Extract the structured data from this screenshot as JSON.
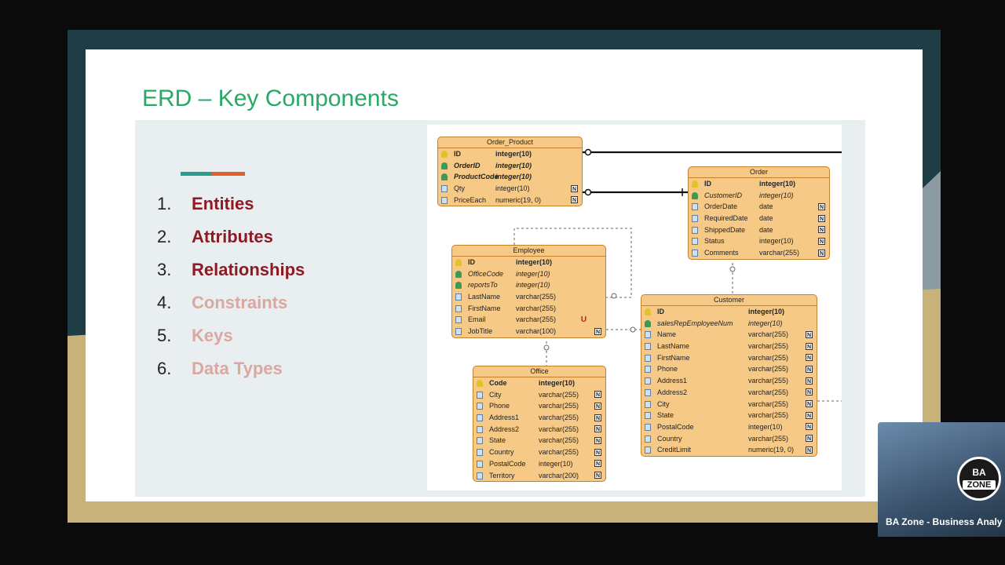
{
  "slide": {
    "title": "ERD – Key Components",
    "list": [
      {
        "num": "1.",
        "label": "Entities"
      },
      {
        "num": "2.",
        "label": "Attributes"
      },
      {
        "num": "3.",
        "label": "Relationships"
      },
      {
        "num": "4.",
        "label": "Constraints"
      },
      {
        "num": "5.",
        "label": "Keys"
      },
      {
        "num": "6.",
        "label": "Data Types"
      }
    ],
    "colors": {
      "title": "#2aa865",
      "active_item": "#8e1a24",
      "inactive_item": "#dba7a1",
      "accent_green": "#2a9d8f",
      "accent_orange": "#e2602c"
    }
  },
  "erd": {
    "entities": [
      {
        "name": "Order_Product",
        "columns": [
          {
            "name": "ID",
            "type": "integer(10)",
            "kind": "pk",
            "null": ""
          },
          {
            "name": "OrderID",
            "type": "integer(10)",
            "kind": "pkfk",
            "null": ""
          },
          {
            "name": "ProductCode",
            "type": "integer(10)",
            "kind": "pkfk",
            "null": ""
          },
          {
            "name": "Qty",
            "type": "integer(10)",
            "kind": "col",
            "null": "N"
          },
          {
            "name": "PriceEach",
            "type": "numeric(19, 0)",
            "kind": "col",
            "null": "N"
          }
        ]
      },
      {
        "name": "Order",
        "columns": [
          {
            "name": "ID",
            "type": "integer(10)",
            "kind": "pk",
            "null": ""
          },
          {
            "name": "CustomerID",
            "type": "integer(10)",
            "kind": "fk",
            "null": ""
          },
          {
            "name": "OrderDate",
            "type": "date",
            "kind": "col",
            "null": "N"
          },
          {
            "name": "RequiredDate",
            "type": "date",
            "kind": "col",
            "null": "N"
          },
          {
            "name": "ShippedDate",
            "type": "date",
            "kind": "col",
            "null": "N"
          },
          {
            "name": "Status",
            "type": "integer(10)",
            "kind": "col",
            "null": "N"
          },
          {
            "name": "Comments",
            "type": "varchar(255)",
            "kind": "col",
            "null": "N"
          }
        ]
      },
      {
        "name": "Employee",
        "columns": [
          {
            "name": "ID",
            "type": "integer(10)",
            "kind": "pk",
            "null": ""
          },
          {
            "name": "OfficeCode",
            "type": "integer(10)",
            "kind": "fk",
            "null": ""
          },
          {
            "name": "reportsTo",
            "type": "integer(10)",
            "kind": "fk",
            "null": ""
          },
          {
            "name": "LastName",
            "type": "varchar(255)",
            "kind": "col",
            "null": ""
          },
          {
            "name": "FirstName",
            "type": "varchar(255)",
            "kind": "col",
            "null": ""
          },
          {
            "name": "Email",
            "type": "varchar(255)",
            "kind": "col",
            "null": "U"
          },
          {
            "name": "JobTitle",
            "type": "varchar(100)",
            "kind": "col",
            "null": "N"
          }
        ]
      },
      {
        "name": "Customer",
        "columns": [
          {
            "name": "ID",
            "type": "integer(10)",
            "kind": "pk",
            "null": ""
          },
          {
            "name": "salesRepEmployeeNum",
            "type": "integer(10)",
            "kind": "fk",
            "null": ""
          },
          {
            "name": "Name",
            "type": "varchar(255)",
            "kind": "col",
            "null": "N"
          },
          {
            "name": "LastName",
            "type": "varchar(255)",
            "kind": "col",
            "null": "N"
          },
          {
            "name": "FirstName",
            "type": "varchar(255)",
            "kind": "col",
            "null": "N"
          },
          {
            "name": "Phone",
            "type": "varchar(255)",
            "kind": "col",
            "null": "N"
          },
          {
            "name": "Address1",
            "type": "varchar(255)",
            "kind": "col",
            "null": "N"
          },
          {
            "name": "Address2",
            "type": "varchar(255)",
            "kind": "col",
            "null": "N"
          },
          {
            "name": "City",
            "type": "varchar(255)",
            "kind": "col",
            "null": "N"
          },
          {
            "name": "State",
            "type": "varchar(255)",
            "kind": "col",
            "null": "N"
          },
          {
            "name": "PostalCode",
            "type": "integer(10)",
            "kind": "col",
            "null": "N"
          },
          {
            "name": "Country",
            "type": "varchar(255)",
            "kind": "col",
            "null": "N"
          },
          {
            "name": "CreditLimit",
            "type": "numeric(19, 0)",
            "kind": "col",
            "null": "N"
          }
        ]
      },
      {
        "name": "Office",
        "columns": [
          {
            "name": "Code",
            "type": "integer(10)",
            "kind": "pk",
            "null": ""
          },
          {
            "name": "City",
            "type": "varchar(255)",
            "kind": "col",
            "null": "N"
          },
          {
            "name": "Phone",
            "type": "varchar(255)",
            "kind": "col",
            "null": "N"
          },
          {
            "name": "Address1",
            "type": "varchar(255)",
            "kind": "col",
            "null": "N"
          },
          {
            "name": "Address2",
            "type": "varchar(255)",
            "kind": "col",
            "null": "N"
          },
          {
            "name": "State",
            "type": "varchar(255)",
            "kind": "col",
            "null": "N"
          },
          {
            "name": "Country",
            "type": "varchar(255)",
            "kind": "col",
            "null": "N"
          },
          {
            "name": "PostalCode",
            "type": "integer(10)",
            "kind": "col",
            "null": "N"
          },
          {
            "name": "Territory",
            "type": "varchar(200)",
            "kind": "col",
            "null": "N"
          }
        ]
      }
    ],
    "colors": {
      "entity_fill": "#f7c986",
      "entity_border": "#c5802c"
    }
  },
  "channel": {
    "logo_top": "BA",
    "logo_bottom": "ZONE",
    "name": "BA Zone - Business Analy"
  }
}
